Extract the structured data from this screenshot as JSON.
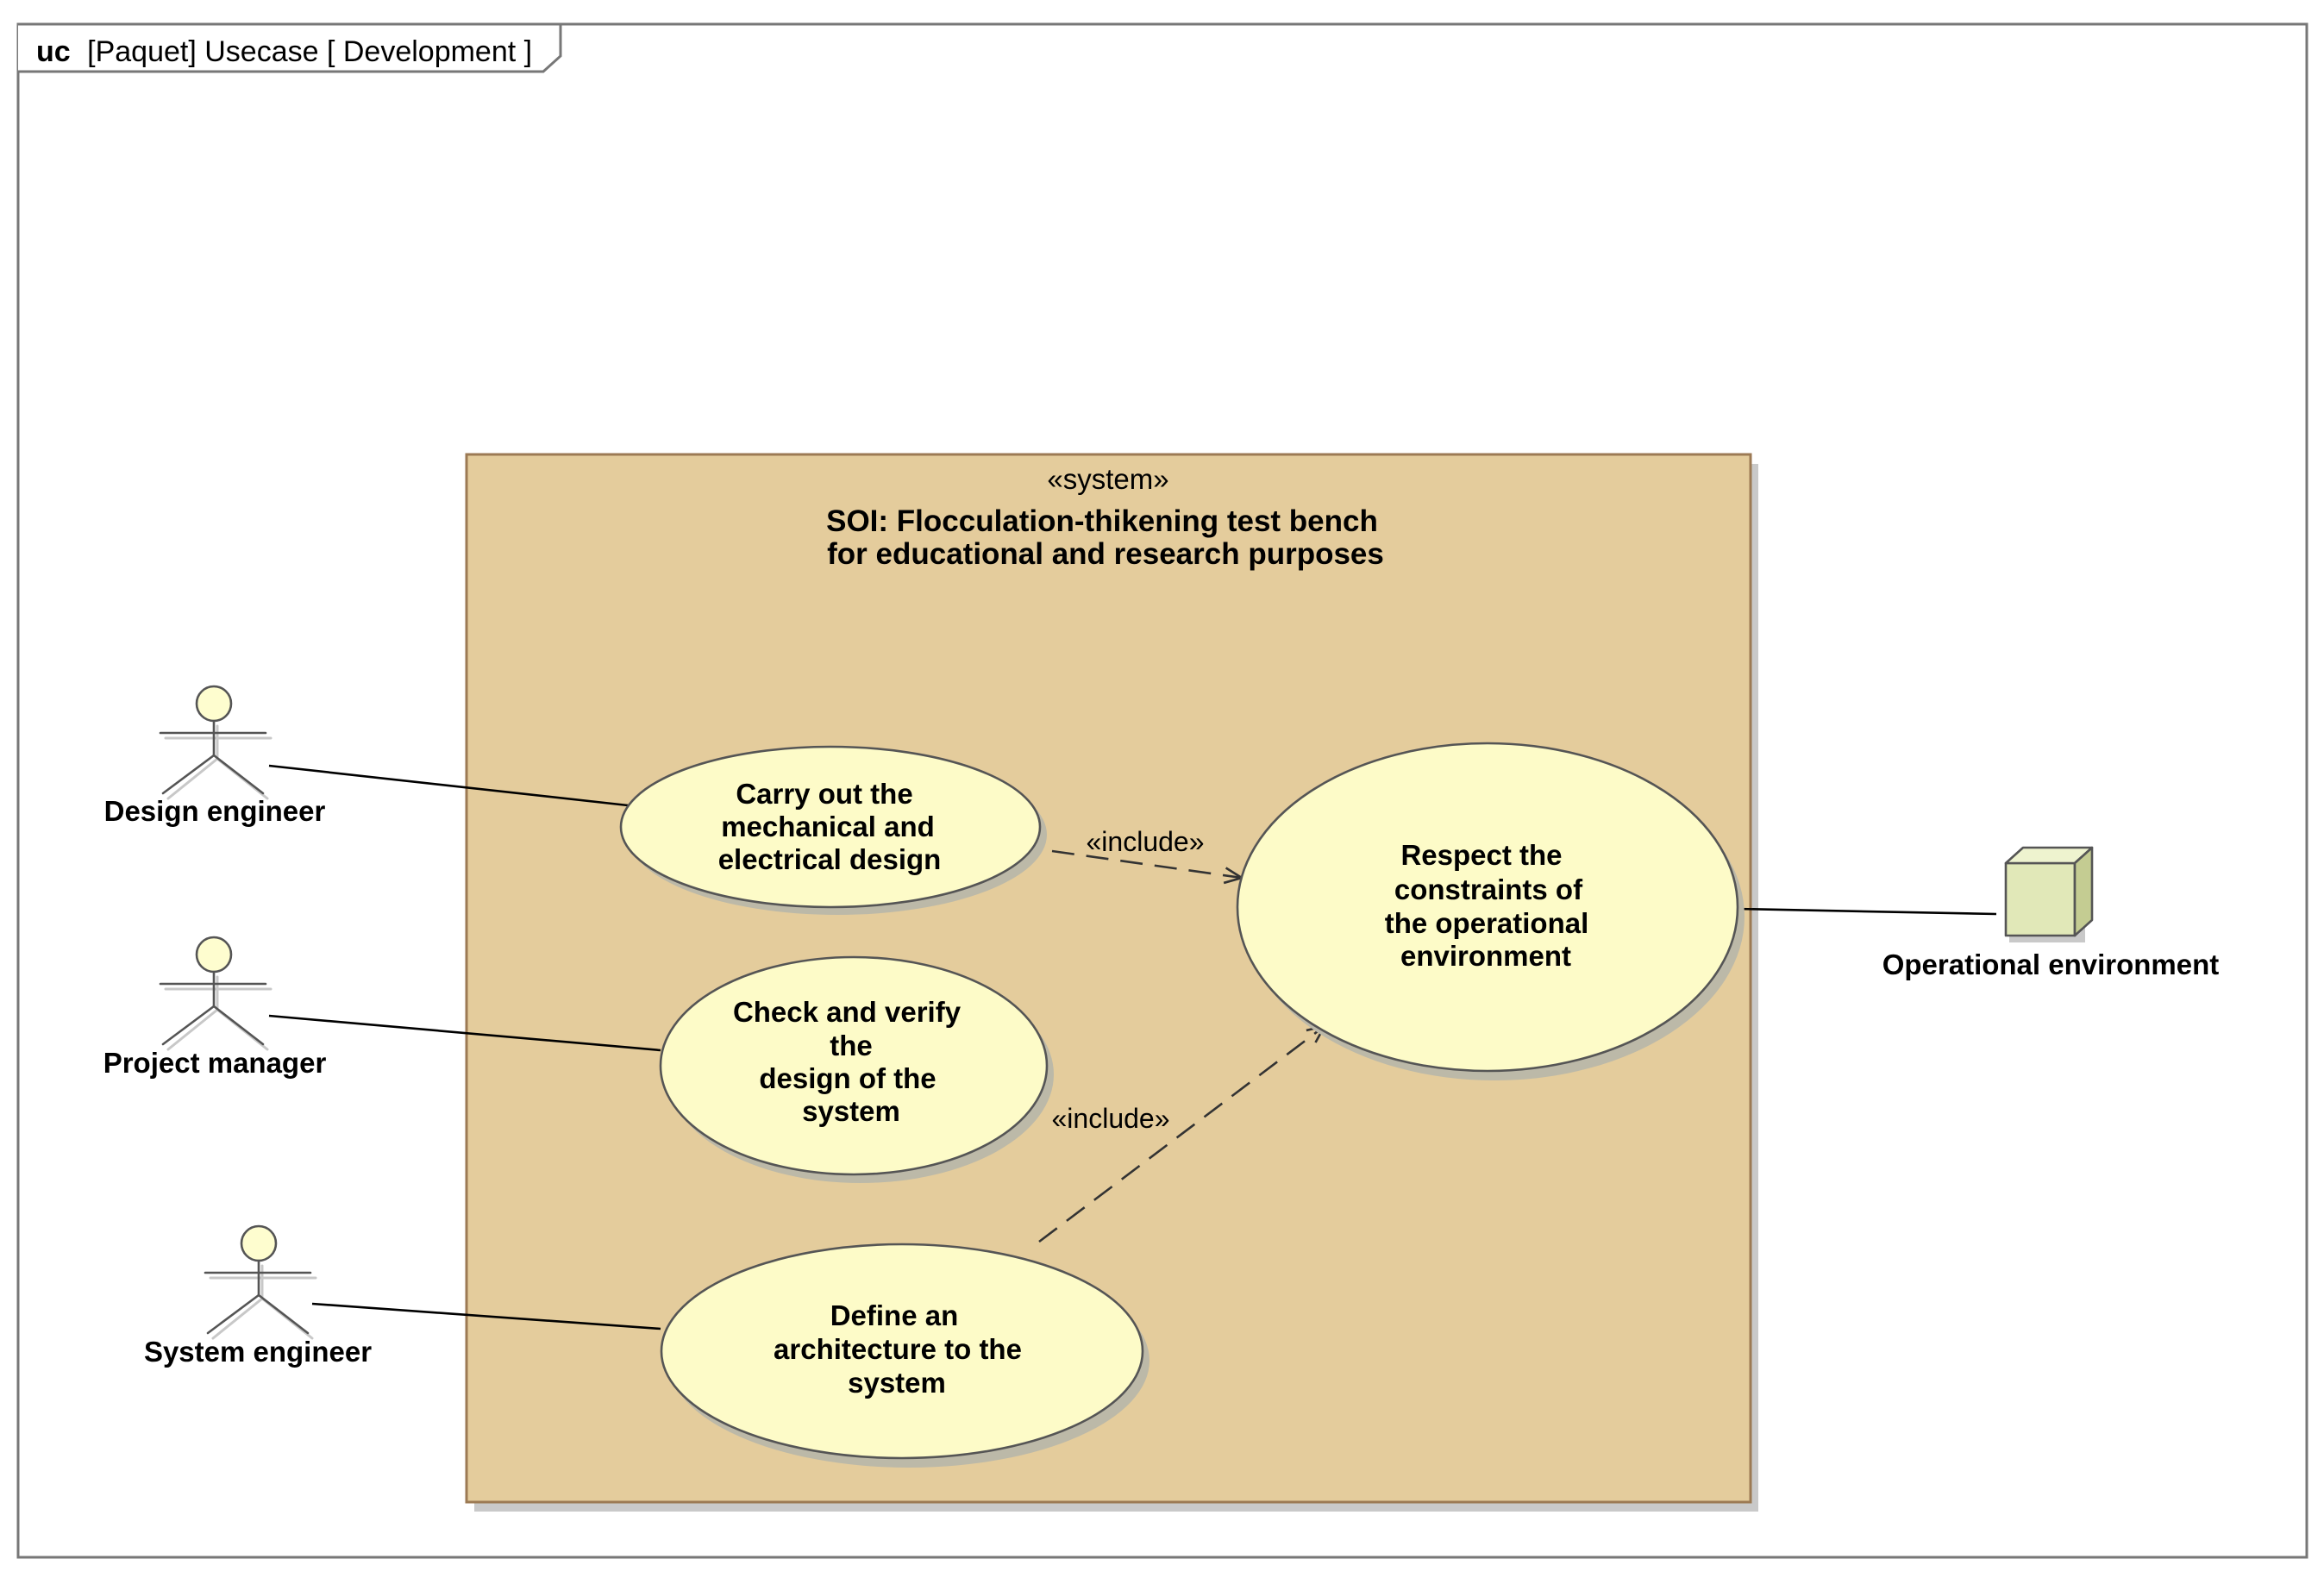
{
  "frame": {
    "kind": "uc",
    "title": "[Paquet] Usecase [ Development ]"
  },
  "system": {
    "stereotype": "«system»",
    "name_line1": "SOI: Flocculation-thikening  test bench",
    "name_line2": "for educational and research purposes"
  },
  "actors": {
    "design_engineer": "Design engineer",
    "project_manager": "Project manager",
    "system_engineer": "System engineer"
  },
  "node": {
    "name": "Operational environment"
  },
  "use_cases": {
    "carry_out": {
      "line1": "Carry out the",
      "line2": "mechanical and",
      "line3": "electrical design"
    },
    "check_verify": {
      "line1": "Check and verify",
      "line2": "the",
      "line3": "design of the",
      "line4": "system"
    },
    "define_arch": {
      "line1": "Define an",
      "line2": "architecture to the",
      "line3": "system"
    },
    "respect": {
      "line1": "Respect the",
      "line2": "constraints of",
      "line3": "the operational",
      "line4": "environment"
    }
  },
  "relations": {
    "include_1": "«include»",
    "include_2": "«include»"
  },
  "colors": {
    "system_fill": "#e4cc9c",
    "system_border": "#9c7a54",
    "usecase_fill": "#fdfbc8",
    "actor_head": "#fefdcf",
    "node_fill": "#e1e8b8"
  }
}
